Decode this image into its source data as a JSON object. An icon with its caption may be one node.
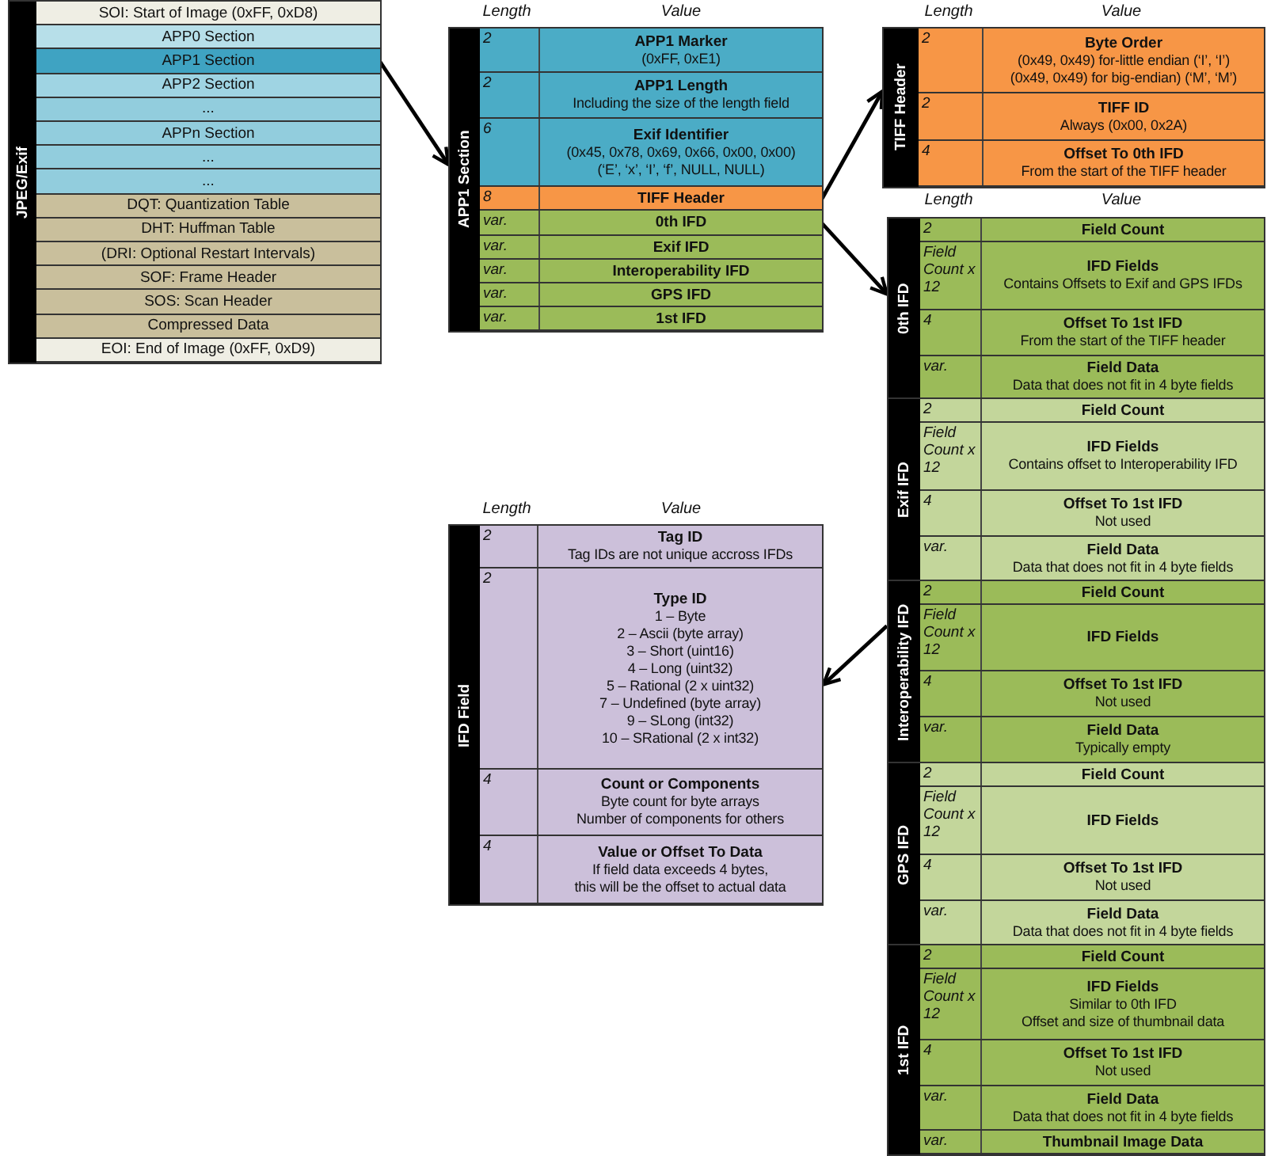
{
  "diagram": {
    "nodes": [
      {
        "text": [
          "JPEG/Exif"
        ]
      },
      {
        "text": [
          "SOI: Start of Image (0xFF, 0xD8)"
        ],
        "in": 0
      },
      {
        "text": [
          "APP0 Section"
        ],
        "in": 0
      },
      {
        "text": [
          "APP1 Section"
        ],
        "in": 0
      },
      {
        "text": [
          "APP2 Section"
        ],
        "in": 0
      },
      {
        "text": [
          "..."
        ],
        "in": 0
      },
      {
        "text": [
          "APPn Section"
        ],
        "in": 0
      },
      {
        "text": [
          "..."
        ],
        "in": 0
      },
      {
        "text": [
          "..."
        ],
        "in": 0
      },
      {
        "text": [
          "DQT: Quantization Table"
        ],
        "in": 0
      },
      {
        "text": [
          "DHT: Huffman Table"
        ],
        "in": 0
      },
      {
        "text": [
          "(DRI: Optional Restart Intervals)"
        ],
        "in": 0
      },
      {
        "text": [
          "SOF: Frame Header"
        ],
        "in": 0
      },
      {
        "text": [
          "SOS: Scan Header"
        ],
        "in": 0
      },
      {
        "text": [
          "Compressed Data"
        ],
        "in": 0
      },
      {
        "text": [
          "EOI: End of Image (0xFF, 0xD9)"
        ],
        "in": 0
      },
      {
        "text": [
          "APP1 Section"
        ]
      },
      {
        "text": [
          "2",
          "APP1 Marker",
          "(0xFF, 0xE1)"
        ],
        "in": 16
      },
      {
        "text": [
          "2",
          "APP1 Length",
          "Including the size of the length field"
        ],
        "in": 16
      },
      {
        "text": [
          "6",
          "Exif Identifier",
          "(0x45, 0x78, 0x69, 0x66, 0x00, 0x00)",
          "(‘E’, ‘x’, ‘I’, ‘f’, NULL, NULL)"
        ],
        "in": 16
      },
      {
        "text": [
          "8",
          "TIFF Header"
        ],
        "in": 16
      },
      {
        "text": [
          "var.",
          "0th IFD"
        ],
        "in": 16
      },
      {
        "text": [
          "var.",
          "Exif IFD"
        ],
        "in": 16
      },
      {
        "text": [
          "var.",
          "Interoperability IFD"
        ],
        "in": 16
      },
      {
        "text": [
          "var.",
          "GPS IFD"
        ],
        "in": 16
      },
      {
        "text": [
          "var.",
          "1st IFD"
        ],
        "in": 16
      },
      {
        "text": [
          "TIFF Header"
        ]
      },
      {
        "text": [
          "2",
          "Byte Order",
          "(0x49, 0x49) for-little endian (‘I’, ‘I’)",
          "(0x49, 0x49) for big-endian) (‘M’, ‘M’)"
        ],
        "in": 26
      },
      {
        "text": [
          "2",
          "TIFF ID",
          "Always (0x00, 0x2A)"
        ],
        "in": 26
      },
      {
        "text": [
          "4",
          "Offset To 0th IFD",
          "From the start of the TIFF header"
        ],
        "in": 26
      },
      {
        "text": [
          "0th IFD"
        ]
      },
      {
        "text": [
          "2",
          "Field Count"
        ],
        "in": 30
      },
      {
        "text": [
          "Field Count x 12",
          "IFD Fields",
          "Contains Offsets to Exif and GPS IFDs"
        ],
        "in": 30
      },
      {
        "text": [
          "4",
          "Offset To 1st IFD",
          "From the start of the TIFF header"
        ],
        "in": 30
      },
      {
        "text": [
          "var.",
          "Field Data",
          "Data that does not fit in 4 byte fields"
        ],
        "in": 30
      },
      {
        "text": [
          "Exif IFD"
        ]
      },
      {
        "text": [
          "2",
          "Field Count"
        ],
        "in": 35
      },
      {
        "text": [
          "Field Count x 12",
          "IFD Fields",
          "Contains offset to Interoperability IFD"
        ],
        "in": 35
      },
      {
        "text": [
          "4",
          "Offset To 1st IFD",
          "Not used"
        ],
        "in": 35
      },
      {
        "text": [
          "var.",
          "Field Data",
          "Data that does not fit in 4 byte fields"
        ],
        "in": 35
      },
      {
        "text": [
          "Interoperability IFD"
        ]
      },
      {
        "text": [
          "2",
          "Field Count"
        ],
        "in": 40
      },
      {
        "text": [
          "Field Count x 12",
          "IFD Fields"
        ],
        "in": 40
      },
      {
        "text": [
          "4",
          "Offset To 1st IFD",
          "Not used"
        ],
        "in": 40
      },
      {
        "text": [
          "var.",
          "Field Data",
          "Typically empty"
        ],
        "in": 40
      },
      {
        "text": [
          "GPS IFD"
        ]
      },
      {
        "text": [
          "2",
          "Field Count"
        ],
        "in": 45
      },
      {
        "text": [
          "Field Count x 12",
          "IFD Fields"
        ],
        "in": 45
      },
      {
        "text": [
          "4",
          "Offset To 1st IFD",
          "Not used"
        ],
        "in": 45
      },
      {
        "text": [
          "var.",
          "Field Data",
          "Data that does not fit in 4 byte fields"
        ],
        "in": 45
      },
      {
        "text": [
          "1st IFD"
        ]
      },
      {
        "text": [
          "2",
          "Field Count"
        ],
        "in": 50
      },
      {
        "text": [
          "Field Count x 12",
          "IFD Fields",
          "Similar to 0th IFD",
          "Offset and size of thumbnail data"
        ],
        "in": 50
      },
      {
        "text": [
          "4",
          "Offset To 1st IFD",
          "Not used"
        ],
        "in": 50
      },
      {
        "text": [
          "var.",
          "Field Data",
          "Data that does not fit in 4 byte fields"
        ],
        "in": 50
      },
      {
        "text": [
          "var.",
          "Thumbnail Image Data"
        ],
        "in": 50
      },
      {
        "text": [
          "IFD Field"
        ]
      },
      {
        "text": [
          "2",
          "Tag ID",
          "Tag IDs are not unique accross IFDs"
        ],
        "in": 56
      },
      {
        "text": [
          "2",
          "Type ID",
          "1 – Byte",
          "2 – Ascii (byte array)",
          "3 – Short (uint16)",
          "4 – Long (uint32)",
          "5 – Rational (2 x uint32)",
          "7 – Undefined (byte array)",
          "9 – SLong (int32)",
          "10 – SRational (2 x int32)"
        ],
        "in": 56
      },
      {
        "text": [
          "4",
          "Count or Components",
          "Byte count for byte arrays",
          "Number of components for others"
        ],
        "in": 56
      },
      {
        "text": [
          "4",
          "Value or Offset To Data",
          "If field data exceeds 4 bytes,",
          "this will be the offset to actual data"
        ],
        "in": 56
      }
    ],
    "edges": [
      {
        "from": 3,
        "to": 16,
        "arrow": "to"
      },
      {
        "from": 20,
        "to": 26,
        "arrow": "to"
      },
      {
        "from": 21,
        "to": 30,
        "arrow": "to"
      },
      {
        "from": 40,
        "to": 56,
        "arrow": "to"
      }
    ],
    "labels": [
      "Length",
      "Value",
      "Length",
      "Value",
      "Length",
      "Value",
      "Length",
      "Value"
    ]
  }
}
